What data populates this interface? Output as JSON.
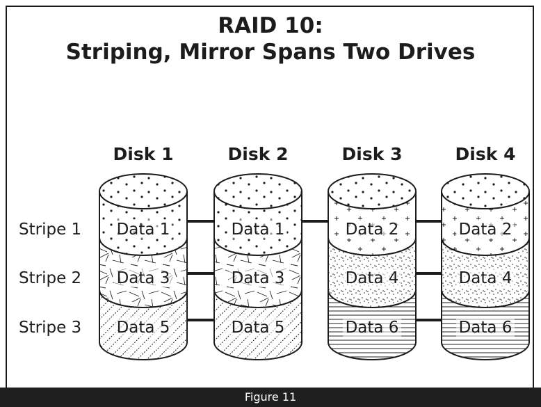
{
  "title": {
    "line1": "RAID 10:",
    "line2": "Striping, Mirror Spans Two Drives"
  },
  "disks": [
    {
      "label": "Disk 1",
      "cells": [
        "Data 1",
        "Data 3",
        "Data 5"
      ]
    },
    {
      "label": "Disk 2",
      "cells": [
        "Data 1",
        "Data 3",
        "Data 5"
      ]
    },
    {
      "label": "Disk 3",
      "cells": [
        "Data 2",
        "Data 4",
        "Data 6"
      ]
    },
    {
      "label": "Disk 4",
      "cells": [
        "Data 2",
        "Data 4",
        "Data 6"
      ]
    }
  ],
  "stripes": [
    "Stripe 1",
    "Stripe 2",
    "Stripe 3"
  ],
  "caption": "Figure 11",
  "colors": {
    "ink": "#1c1c1c",
    "caption_bar": "#1f1f1f",
    "caption_text": "#ffffff"
  }
}
